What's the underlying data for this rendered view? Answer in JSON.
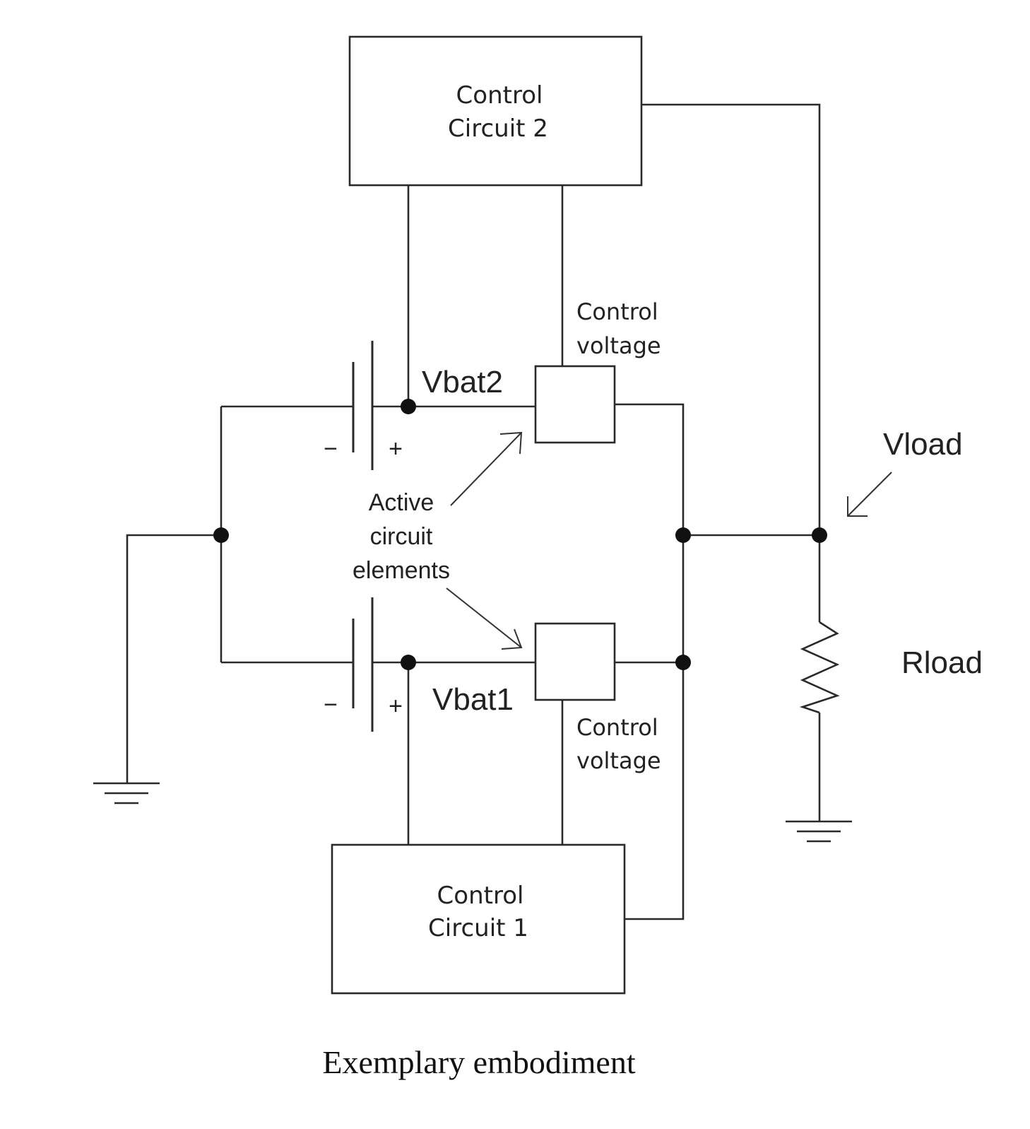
{
  "blocks": {
    "control_circuit_2": [
      "Control",
      "Circuit 2"
    ],
    "control_circuit_1": [
      "Control",
      "Circuit 1"
    ]
  },
  "labels": {
    "control_voltage_top": [
      "Control",
      "voltage"
    ],
    "control_voltage_bottom": [
      "Control",
      "voltage"
    ],
    "vbat2": "Vbat2",
    "vbat1": "Vbat1",
    "vload": "Vload",
    "rload": "Rload",
    "active_elements": [
      "Active",
      "circuit",
      "elements"
    ],
    "minus_top": "−",
    "plus_top": "+",
    "minus_bottom": "−",
    "plus_bottom": "+"
  },
  "caption": "Exemplary embodiment"
}
